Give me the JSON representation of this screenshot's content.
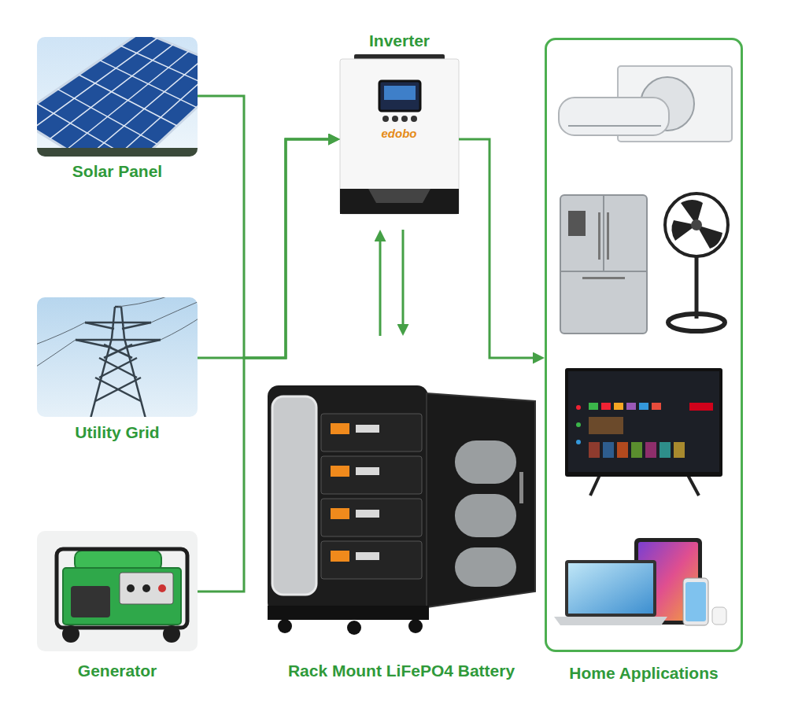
{
  "diagram": {
    "nodes": [
      {
        "text": [
          "Solar Panel"
        ]
      },
      {
        "text": [
          "Inverter"
        ]
      },
      {
        "text": [
          "Home Applications"
        ]
      },
      {
        "text": [
          "Utility Grid"
        ]
      },
      {
        "text": [
          "Generator"
        ]
      },
      {
        "text": [
          "Rack Mount LiFePO4 Battery"
        ]
      }
    ],
    "edges": [
      {
        "from": 0,
        "to": 1,
        "arrow": "to"
      },
      {
        "from": 3,
        "to": 1,
        "arrow": "to"
      },
      {
        "from": 4,
        "to": 1,
        "arrow": "to"
      },
      {
        "from": 1,
        "to": 2,
        "arrow": "to"
      },
      {
        "from": 5,
        "to": 1,
        "arrow": "to"
      },
      {
        "from": 1,
        "to": 5,
        "arrow": "to"
      }
    ],
    "labels": [
      "edobo"
    ]
  }
}
